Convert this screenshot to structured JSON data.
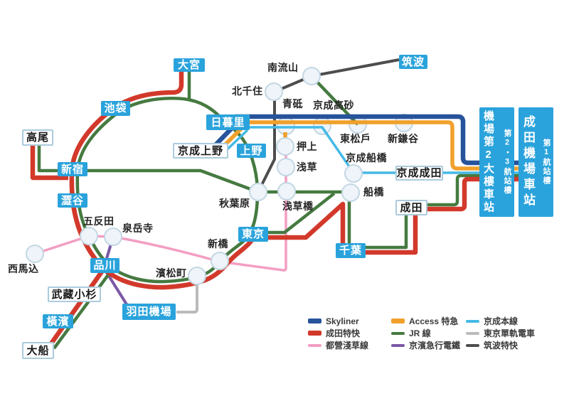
{
  "lines": [
    {
      "id": "skyliner",
      "label": "Skyliner",
      "color": "#27539B",
      "swatch": "thick"
    },
    {
      "id": "narita-express",
      "label": "成田特快",
      "color": "#D2392B",
      "swatch": "thick"
    },
    {
      "id": "toei-asakusa",
      "label": "都營淺草線",
      "color": "#F39EC3",
      "swatch": "thin"
    },
    {
      "id": "access-express",
      "label": "Access 特急",
      "color": "#F0A02B",
      "swatch": "thick"
    },
    {
      "id": "jr",
      "label": "JR 線",
      "color": "#457A40",
      "swatch": "thin"
    },
    {
      "id": "keikyu",
      "label": "京濱急行電鐵",
      "color": "#7C58A5",
      "swatch": "thin"
    },
    {
      "id": "keisei-main",
      "label": "京成本線",
      "color": "#45B9E6",
      "swatch": "thin"
    },
    {
      "id": "tokyo-monorail",
      "label": "東京單軌電車",
      "color": "#BBBBBB",
      "swatch": "thin"
    },
    {
      "id": "tsukuba-express",
      "label": "筑波特快",
      "color": "#4D4D4D",
      "swatch": "thin"
    }
  ],
  "stations": {
    "blue_boxes": [
      {
        "id": "omiya",
        "label": "大宮"
      },
      {
        "id": "ikebukuro",
        "label": "池袋"
      },
      {
        "id": "shinjuku",
        "label": "新宿"
      },
      {
        "id": "shibuya",
        "label": "澀谷"
      },
      {
        "id": "shinagawa",
        "label": "品川"
      },
      {
        "id": "yokohama",
        "label": "橫濱"
      },
      {
        "id": "haneda-airport",
        "label": "羽田機場"
      },
      {
        "id": "nippori",
        "label": "日暮里"
      },
      {
        "id": "ueno",
        "label": "上野"
      },
      {
        "id": "tokyo",
        "label": "東京"
      },
      {
        "id": "chiba",
        "label": "千葉"
      },
      {
        "id": "tsukuba",
        "label": "筑波"
      }
    ],
    "white_boxes": [
      {
        "id": "takao",
        "label": "高尾"
      },
      {
        "id": "keisei-ueno",
        "label": "京成上野"
      },
      {
        "id": "musashi-kosugi",
        "label": "武藏小杉"
      },
      {
        "id": "ofuna",
        "label": "大船"
      },
      {
        "id": "keisei-narita",
        "label": "京成成田"
      },
      {
        "id": "narita",
        "label": "成田"
      }
    ],
    "circles": [
      {
        "id": "kita-senju",
        "label": "北千住"
      },
      {
        "id": "minami-nagareyama",
        "label": "南流山"
      },
      {
        "id": "aoto",
        "label": "青砥"
      },
      {
        "id": "keisei-takasago",
        "label": "京成高砂"
      },
      {
        "id": "higashi-matsudo",
        "label": "東松戶"
      },
      {
        "id": "shin-kamagaya",
        "label": "新鎌谷"
      },
      {
        "id": "oshiage",
        "label": "押上"
      },
      {
        "id": "asakusa",
        "label": "浅草"
      },
      {
        "id": "asakusabashi",
        "label": "浅草橋"
      },
      {
        "id": "akihabara",
        "label": "秋葉原"
      },
      {
        "id": "gotanda",
        "label": "五反田"
      },
      {
        "id": "sengakuji",
        "label": "泉岳寺"
      },
      {
        "id": "nishi-magome",
        "label": "西馬込"
      },
      {
        "id": "hamamatsucho",
        "label": "濱松町"
      },
      {
        "id": "shimbashi",
        "label": "新橋"
      },
      {
        "id": "keisei-funabashi",
        "label": "京成船橋"
      },
      {
        "id": "funabashi",
        "label": "船橋"
      }
    ]
  },
  "terminals": [
    {
      "id": "airport-terminal2",
      "station_name": "機場第2大樓車站",
      "terminal_name": "第2・3航站樓"
    },
    {
      "id": "narita-airport",
      "station_name": "成田機場車站",
      "terminal_name": "第1航站樓"
    }
  ],
  "colors": {
    "station_box_blue": "#2AA3DC",
    "circle_fill": "#EEF4F9",
    "circle_stroke": "#C3D7E3",
    "white_box_border": "#ABCBDC",
    "label_text": "#252525",
    "legend_text": "#3A3A3A",
    "background": "#FFFFFF"
  }
}
